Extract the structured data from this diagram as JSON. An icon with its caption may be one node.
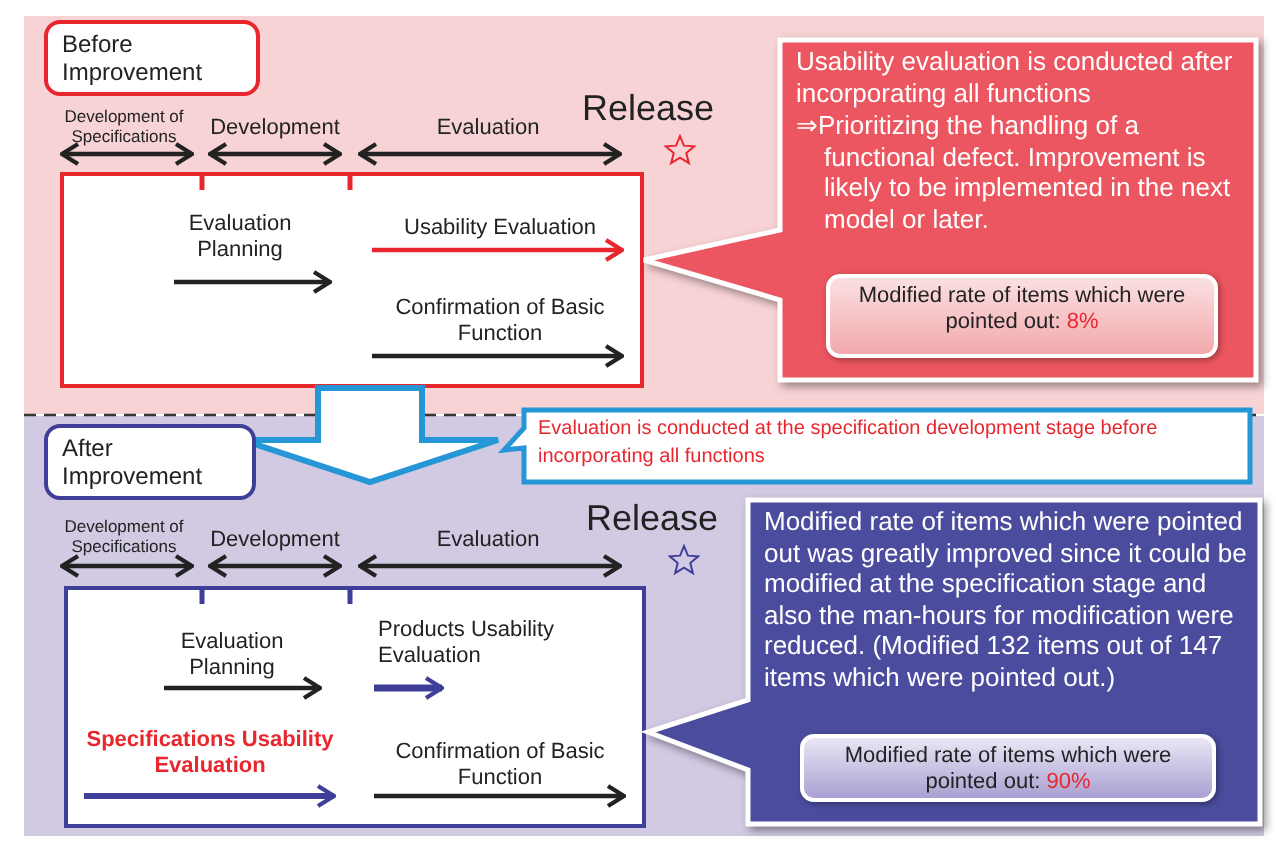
{
  "diagram": {
    "nodes": [
      {
        "text": [],
        "shape": "band"
      },
      {
        "text": [
          "Before Improvement"
        ],
        "in": 0
      },
      {
        "text": [],
        "shape": "box",
        "in": 0
      },
      {
        "text": [
          "Evaluation Planning"
        ],
        "in": 2
      },
      {
        "text": [
          "Usability Evaluation"
        ],
        "in": 2
      },
      {
        "text": [
          "Confirmation of Basic Function"
        ],
        "in": 2
      },
      {
        "text": [
          "Usability evaluation is conducted after incorporating all functions",
          "⇒Prioritizing the handling of a functional defect. Improvement is likely to be implemented in the next model or later."
        ],
        "in": 0
      },
      {
        "text": [
          "Modified rate of items which were pointed out:",
          "8%"
        ],
        "in": 6
      },
      {
        "text": [],
        "shape": "band"
      },
      {
        "text": [
          "After Improvement"
        ],
        "in": 8
      },
      {
        "text": [
          "Evaluation is conducted at the specification development stage before incorporating all functions"
        ],
        "in": 8
      },
      {
        "text": [],
        "shape": "box",
        "in": 8
      },
      {
        "text": [
          "Evaluation Planning"
        ],
        "in": 11
      },
      {
        "text": [
          "Products Usability Evaluation"
        ],
        "in": 11
      },
      {
        "text": [
          "Specifications Usability Evaluation"
        ],
        "in": 11
      },
      {
        "text": [
          "Confirmation of Basic Function"
        ],
        "in": 11
      },
      {
        "text": [
          "Modified rate of items which were pointed out was greatly improved since it could be modified at the specification stage and also the man-hours for modification were reduced. (Modified 132 items out of 147 items which were pointed out.)"
        ],
        "in": 8
      },
      {
        "text": [
          "Modified rate of items which were pointed out:",
          "90%"
        ],
        "in": 16
      }
    ],
    "edges": [
      {
        "from": 2,
        "to": 8,
        "arrow": "to"
      }
    ],
    "labels": [
      "Development of Specifications",
      "Development",
      "Evaluation",
      "Release",
      "Development of Specifications",
      "Development",
      "Evaluation",
      "Release"
    ]
  }
}
